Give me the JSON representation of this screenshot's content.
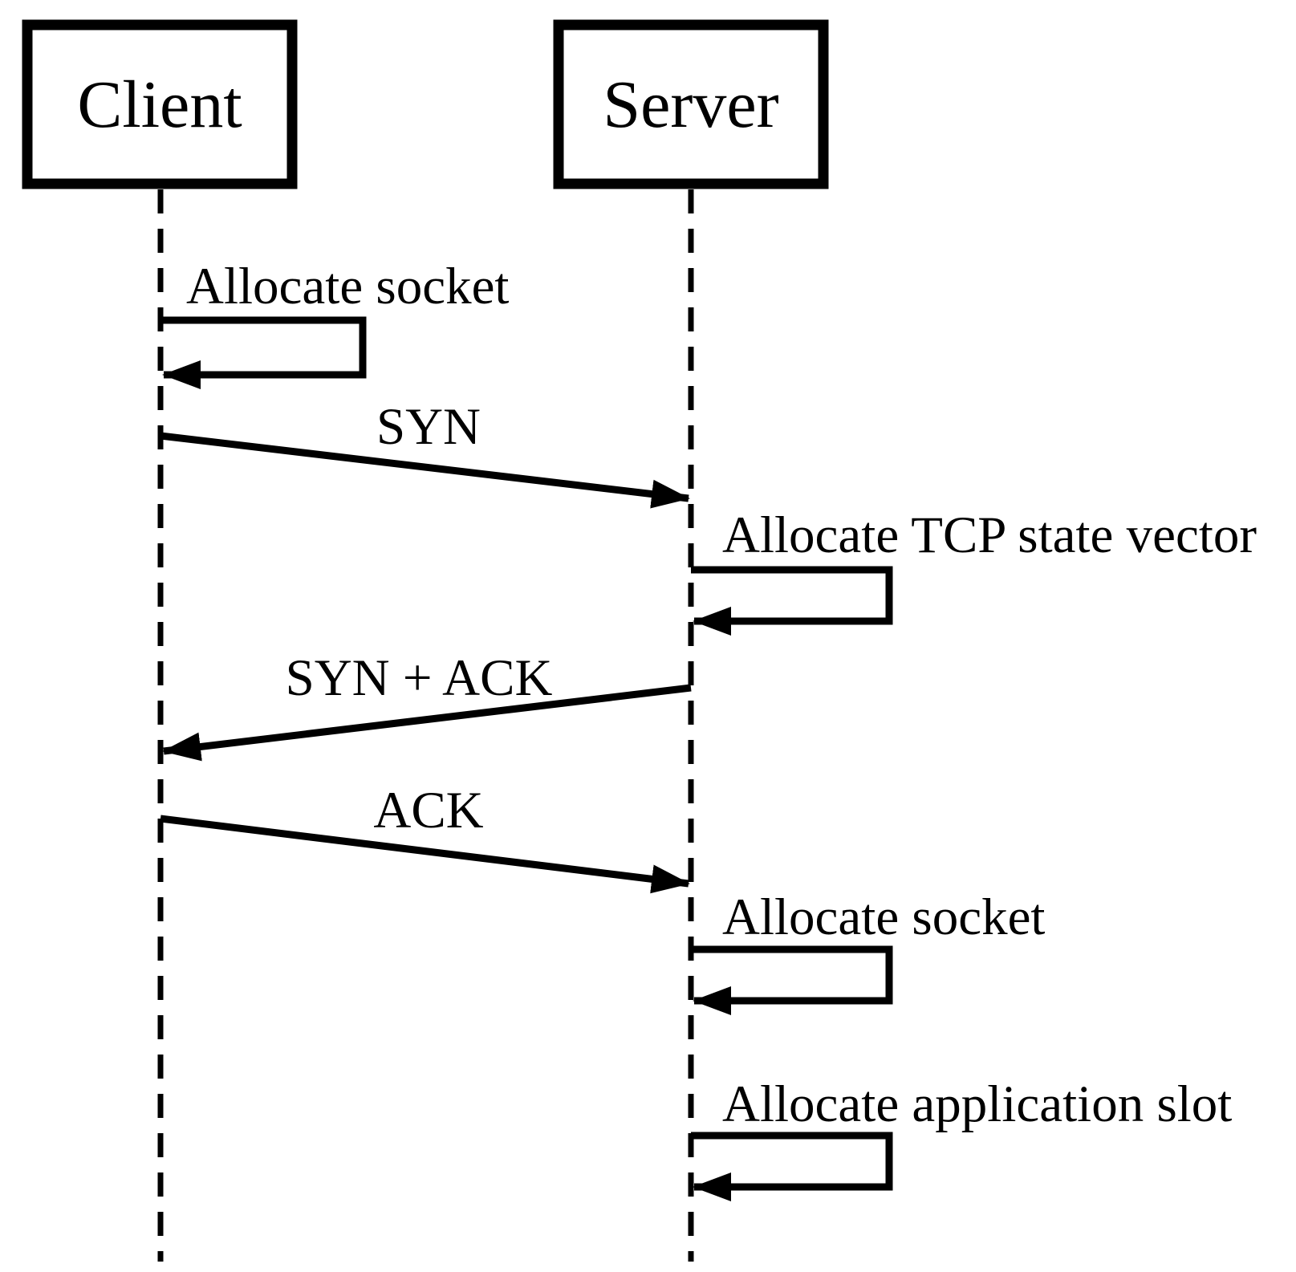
{
  "diagram": {
    "type": "sequence-diagram",
    "colors": {
      "foreground": "#000000",
      "background": "#ffffff"
    },
    "actors": [
      {
        "id": "client",
        "label": "Client"
      },
      {
        "id": "server",
        "label": "Server"
      }
    ],
    "messages": [
      {
        "index": 0,
        "kind": "self-call",
        "actor": "client",
        "label": "Allocate socket"
      },
      {
        "index": 1,
        "kind": "message",
        "from": "client",
        "to": "server",
        "label": "SYN"
      },
      {
        "index": 2,
        "kind": "self-call",
        "actor": "server",
        "label": "Allocate TCP state vector"
      },
      {
        "index": 3,
        "kind": "message",
        "from": "server",
        "to": "client",
        "label": "SYN + ACK"
      },
      {
        "index": 4,
        "kind": "message",
        "from": "client",
        "to": "server",
        "label": "ACK"
      },
      {
        "index": 5,
        "kind": "self-call",
        "actor": "server",
        "label": "Allocate socket"
      },
      {
        "index": 6,
        "kind": "self-call",
        "actor": "server",
        "label": "Allocate application slot"
      }
    ]
  }
}
